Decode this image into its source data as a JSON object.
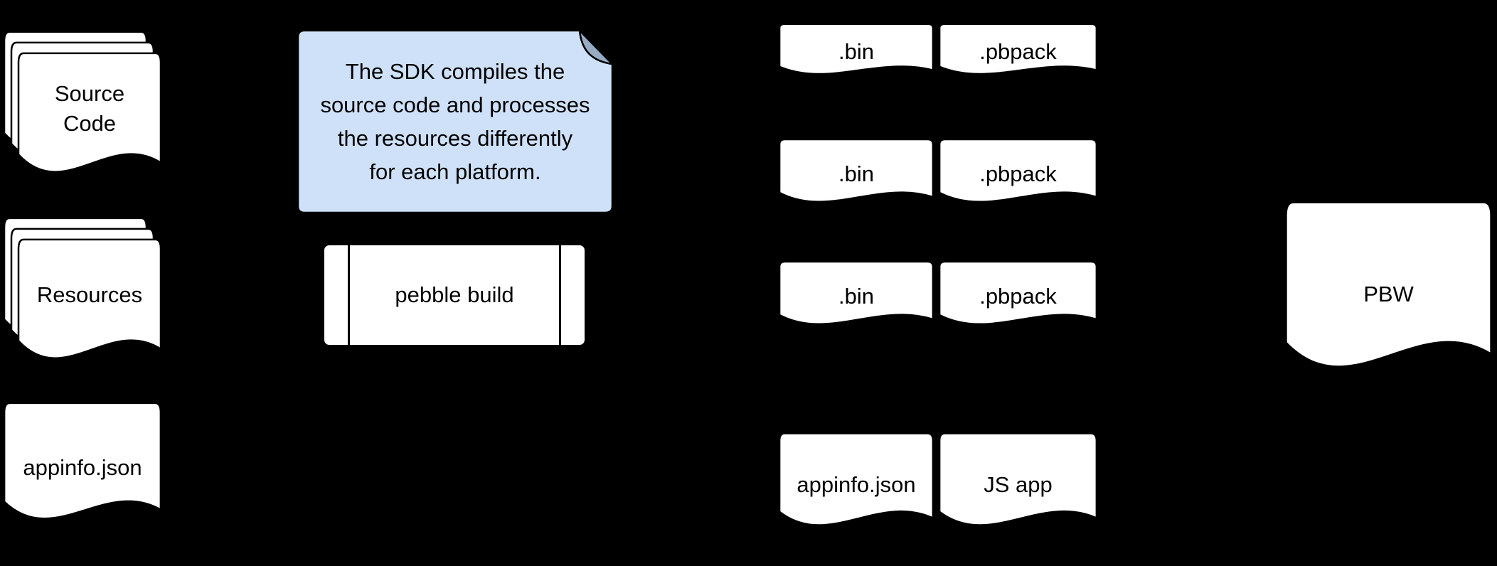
{
  "diagram": {
    "background": "#000000",
    "left_inputs": {
      "source_code_label": "Source\nCode",
      "resources_label": "Resources",
      "appinfo_label": "appinfo.json"
    },
    "note": {
      "text": "The SDK compiles the\nsource code and processes\nthe resources differently\nfor each platform.",
      "fill": "#cfe1f8",
      "fold_fill": "#97abc4",
      "stroke": "#000000"
    },
    "process": {
      "label": "pebble build"
    },
    "outputs": {
      "rows": [
        {
          "bin": ".bin",
          "pbpack": ".pbpack"
        },
        {
          "bin": ".bin",
          "pbpack": ".pbpack"
        },
        {
          "bin": ".bin",
          "pbpack": ".pbpack"
        }
      ],
      "appinfo_label": "appinfo.json",
      "js_app_label": "JS app"
    },
    "package": {
      "label": "PBW"
    },
    "colors": {
      "doc_fill": "#ffffff",
      "doc_stroke": "#000000"
    }
  }
}
